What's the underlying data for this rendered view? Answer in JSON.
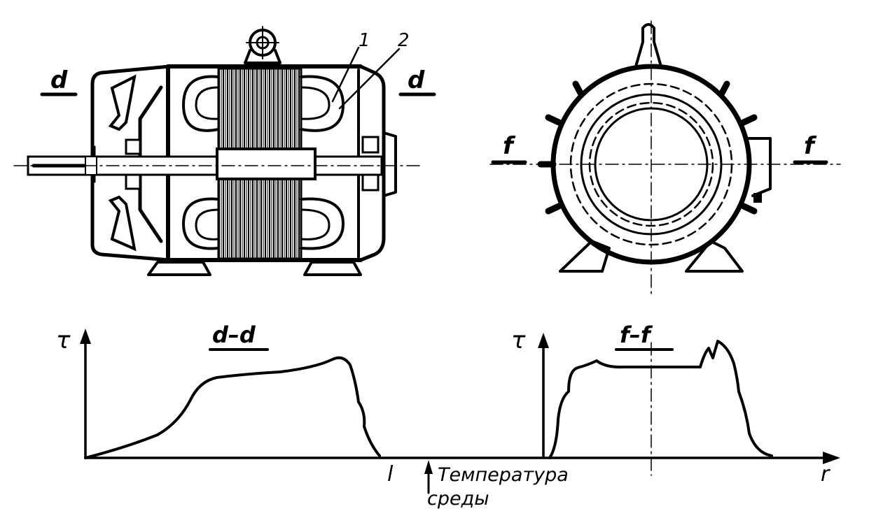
{
  "side_view": {
    "section_left": "d",
    "section_right": "d",
    "callout_1": "1",
    "callout_2": "2"
  },
  "front_view": {
    "section_left": "f",
    "section_right": "f"
  },
  "graph_dd": {
    "title": "d–d",
    "y_axis_label": "τ",
    "x_axis_label": "l"
  },
  "graph_ff": {
    "title": "f–f",
    "y_axis_label": "τ",
    "x_axis_label": "r"
  },
  "ambient": {
    "line1": "Температура",
    "line2": "среды"
  },
  "colors": {
    "ink": "#000000",
    "paper": "#ffffff"
  }
}
